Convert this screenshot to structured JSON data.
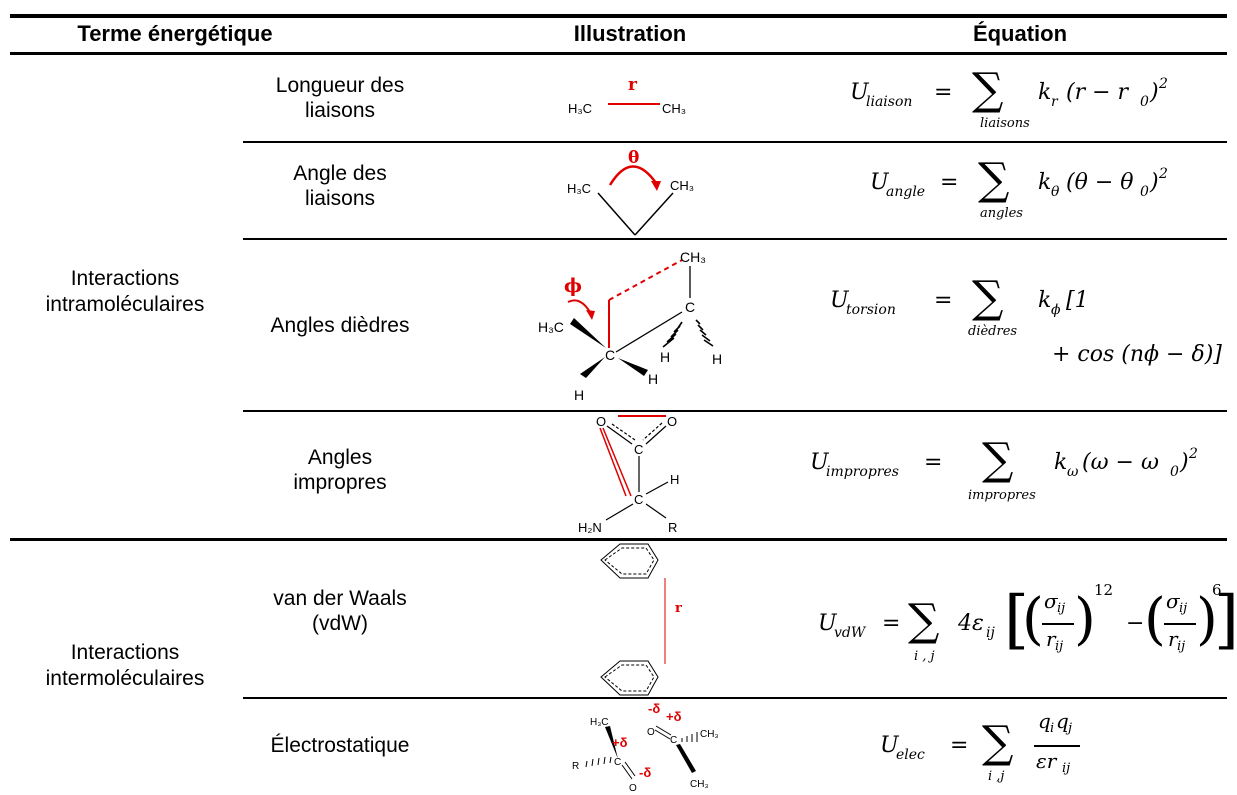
{
  "table": {
    "headers": {
      "term": "Terme énergétique",
      "illustration": "Illustration",
      "equation": "Équation"
    },
    "categories": {
      "intra": [
        "Interactions",
        "intramoléculaires"
      ],
      "inter": [
        "Interactions",
        "intermoléculaires"
      ]
    },
    "rows": [
      {
        "label": [
          "Longueur des",
          "liaisons"
        ]
      },
      {
        "label": [
          "Angle des",
          "liaisons"
        ]
      },
      {
        "label": [
          "Angles dièdres"
        ]
      },
      {
        "label": [
          "Angles",
          "impropres"
        ]
      },
      {
        "label": [
          "van der Waals",
          "(vdW)"
        ]
      },
      {
        "label": [
          "Électrostatique"
        ]
      }
    ]
  },
  "equations": {
    "liaison": {
      "lhs": "U",
      "lhs_sub": "liaison",
      "sum_sub": "liaisons",
      "k": "k",
      "k_sub": "r",
      "body": "(r − r",
      "body_sub": "0",
      "tail": ")",
      "power": "2"
    },
    "angle": {
      "lhs": "U",
      "lhs_sub": "angle",
      "sum_sub": "angles",
      "k": "k",
      "k_sub": "θ",
      "body": "(θ − θ",
      "body_sub": "0",
      "tail": ")",
      "power": "2"
    },
    "torsion": {
      "lhs": "U",
      "lhs_sub": "torsion",
      "sum_sub": "dièdres",
      "k": "k",
      "k_sub": "ϕ",
      "body": "[1",
      "line2": "+ cos (nϕ − δ)]"
    },
    "impropres": {
      "lhs": "U",
      "lhs_sub": "impropres",
      "sum_sub": "impropres",
      "k": "k",
      "k_sub": "ω",
      "body": "(ω − ω",
      "body_sub": "0",
      "tail": ")",
      "power": "2"
    },
    "vdw": {
      "lhs": "U",
      "lhs_sub": "vdW",
      "sum_sub": "i , j",
      "coef": "4ε",
      "coef_sub": "ij",
      "sigma": "σ",
      "sigma_sub": "ij",
      "r": "r",
      "r_sub": "ij",
      "exp1": "12",
      "minus": "−",
      "exp2": "6"
    },
    "elec": {
      "lhs": "U",
      "lhs_sub": "elec",
      "sum_sub": "i ,j",
      "num": "q",
      "num_sub1": "i",
      "num2": "q",
      "num_sub2": "j",
      "den": "εr",
      "den_sub": "ij"
    }
  },
  "illustrations": {
    "bond": {
      "left": "H₃C",
      "right": "CH₃",
      "label": "r"
    },
    "angle": {
      "left": "H₃C",
      "right": "CH₃",
      "label": "θ"
    },
    "dihedral": {
      "top": "CH₃",
      "left": "H₃C",
      "c1": "C",
      "c2": "C",
      "h": "H",
      "label": "ϕ"
    },
    "improper": {
      "o": "O",
      "c": "C",
      "h": "H",
      "n": "H₂N",
      "r": "R"
    },
    "vdw": {
      "label": "r"
    },
    "elec": {
      "h3c": "H₃C",
      "ch3": "CH₃",
      "c": "C",
      "o": "O",
      "r": "R",
      "pos": "+δ",
      "neg": "-δ"
    }
  },
  "colors": {
    "accent": "#e00000",
    "text": "#000000"
  }
}
